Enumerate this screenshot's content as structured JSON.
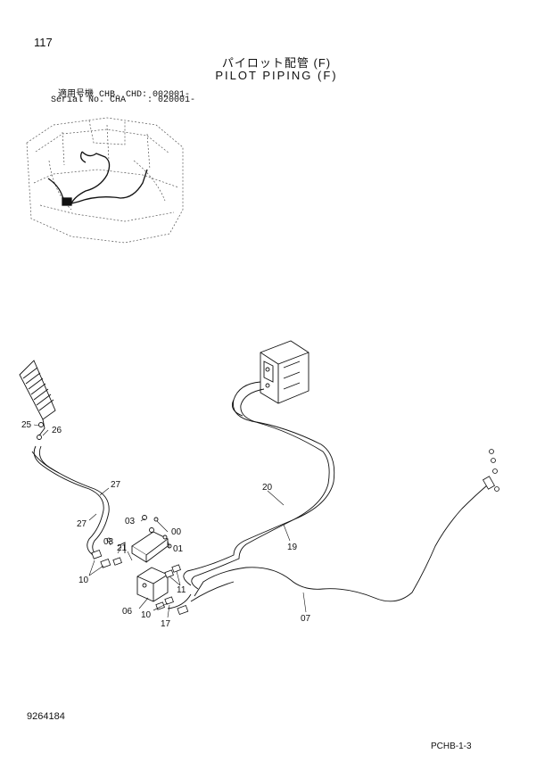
{
  "header": {
    "page_number": "117",
    "title_jp": "パイロット配管 (F)",
    "title_en": "PILOT PIPING (F)",
    "serial_line_1": "適用号機 CHB. CHD: 002001-",
    "serial_line_2": "Serial No. CHA    : 020001-"
  },
  "footer": {
    "drawing_number": "9264184",
    "catalog_code": "PCHB-1-3"
  },
  "callouts": {
    "c25": "25",
    "c26": "26",
    "c27a": "27",
    "c27b": "27",
    "c03a": "03",
    "c00": "00",
    "c03b": "03",
    "c21": "21",
    "c01": "01",
    "c10a": "10",
    "c11": "11",
    "c06": "06",
    "c10b": "10",
    "c17": "17",
    "c20": "20",
    "c19": "19",
    "c07": "07"
  }
}
